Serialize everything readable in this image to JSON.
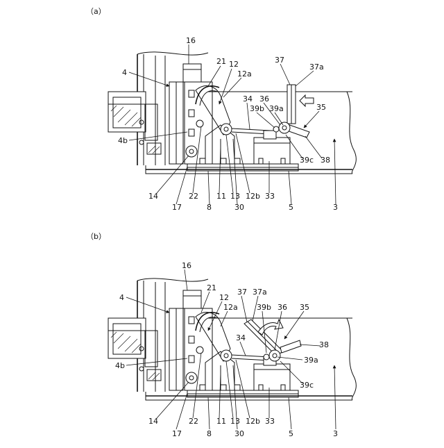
{
  "figures": [
    {
      "id": "a",
      "caption": "（a）",
      "labels": {
        "l16": "16",
        "l4": "4",
        "l21": "21",
        "l12": "12",
        "l12a": "12a",
        "l37": "37",
        "l37a": "37a",
        "l34": "34",
        "l36": "36",
        "l39b": "39b",
        "l39a": "39a",
        "l35": "35",
        "l4b": "4b",
        "l39c": "39c",
        "l38": "38",
        "l14": "14",
        "l22": "22",
        "l11": "11",
        "l13": "13",
        "l12b": "12b",
        "l33": "33",
        "l17": "17",
        "l8": "8",
        "l30": "30",
        "l5": "5",
        "l3": "3"
      }
    },
    {
      "id": "b",
      "caption": "（b）",
      "labels": {
        "l16": "16",
        "l4": "4",
        "l21": "21",
        "l12": "12",
        "l12a": "12a",
        "l37": "37",
        "l37a": "37a",
        "l39b": "39b",
        "l36": "36",
        "l35": "35",
        "l34": "34",
        "l38": "38",
        "l39a": "39a",
        "l4b": "4b",
        "l39c": "39c",
        "l14": "14",
        "l22": "22",
        "l11": "11",
        "l13": "13",
        "l12b": "12b",
        "l33": "33",
        "l17": "17",
        "l8": "8",
        "l30": "30",
        "l5": "5",
        "l3": "3"
      }
    }
  ]
}
